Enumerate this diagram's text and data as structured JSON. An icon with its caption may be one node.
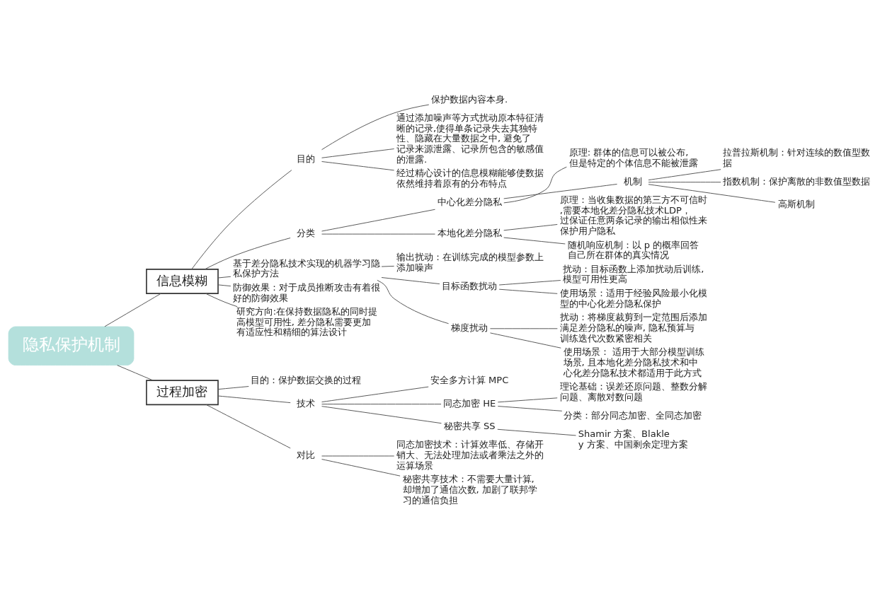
{
  "diagram": {
    "nodes": [
      {
        "text": [
          "隐私保护机制"
        ]
      },
      {
        "text": [
          "信息模糊"
        ]
      },
      {
        "text": [
          "目的"
        ]
      },
      {
        "text": [
          "保护数据内容本身."
        ]
      },
      {
        "text": [
          "通过添加噪声等方式扰动原本特征清晰的记录,使得单条记录失去其独特性、隐藏在大量数据之中, 避免了记录来源泄露、记录所包含的敏感值的泄露."
        ]
      },
      {
        "text": [
          "经过精心设计的信息模糊能够使数据依然维持着原有的分布特点"
        ]
      },
      {
        "text": [
          "分类"
        ]
      },
      {
        "text": [
          "中心化差分隐私"
        ]
      },
      {
        "text": [
          "原理: 群体的信息可以被公布, 但是特定的个体信息不能被泄露"
        ]
      },
      {
        "text": [
          "机制"
        ]
      },
      {
        "text": [
          "拉普拉斯机制：针对连续的数值型数据"
        ]
      },
      {
        "text": [
          "指数机制：保护离散的非数值型数据"
        ]
      },
      {
        "text": [
          "高斯机制"
        ]
      },
      {
        "text": [
          "本地化差分隐私"
        ]
      },
      {
        "text": [
          "原理：当收集数据的第三方不可信时,需要本地化差分隐私技术LDP，过保证任意两条记录的输出相似性来保护用户隐私"
        ]
      },
      {
        "text": [
          "随机响应机制：以 p 的概率回答自己所在群体的真实情况"
        ]
      },
      {
        "text": [
          "基于差分隐私技术实现的机器学习隐私保护方法"
        ]
      },
      {
        "text": [
          "输出扰动：在训练完成的模型参数上添加噪声"
        ]
      },
      {
        "text": [
          "目标函数扰动"
        ]
      },
      {
        "text": [
          "扰动：目标函数上添加扰动后训练, 模型可用性更高"
        ]
      },
      {
        "text": [
          "使用场景：适用于经验风险最小化模型的中心化差分隐私保护"
        ]
      },
      {
        "text": [
          "梯度扰动"
        ]
      },
      {
        "text": [
          "扰动：将梯度裁剪到一定范围后添加满足差分隐私的噪声, 隐私预算与训练迭代次数紧密相关"
        ]
      },
      {
        "text": [
          "使用场景： 适用于大部分模型训练场景, 且本地化差分隐私技术和中心化差分隐私技术都适用于此方式"
        ]
      },
      {
        "text": [
          "防御效果：对于成员推断攻击有着很好的防御效果"
        ]
      },
      {
        "text": [
          "研究方向:在保持数据隐私的同时提高模型可用性, 差分隐私需要更加有适应性和精细的算法设计"
        ]
      },
      {
        "text": [
          "过程加密"
        ]
      },
      {
        "text": [
          "目的：保护数据交换的过程"
        ]
      },
      {
        "text": [
          "技术"
        ]
      },
      {
        "text": [
          "安全多方计算 MPC"
        ]
      },
      {
        "text": [
          "同态加密 HE"
        ]
      },
      {
        "text": [
          "理论基础：误差还原问题、整数分解问题、离散对数问题"
        ]
      },
      {
        "text": [
          "分类：部分同态加密、全同态加密"
        ]
      },
      {
        "text": [
          "秘密共享 SS"
        ]
      },
      {
        "text": [
          "Shamir 方案、Blakley 方案、中国剩余定理方案"
        ]
      },
      {
        "text": [
          "对比"
        ]
      },
      {
        "text": [
          "同态加密技术：计算效率低、存储开销大、无法处理加法或者乘法之外的运算场景"
        ]
      },
      {
        "text": [
          "秘密共享技术：不需要大量计算, 却增加了通信次数, 加剧了联邦学习的通信负担"
        ]
      }
    ],
    "edges": [
      {
        "from": 0,
        "to": 1,
        "arrow": "none"
      },
      {
        "from": 1,
        "to": 2,
        "arrow": "none"
      },
      {
        "from": 2,
        "to": 3,
        "arrow": "none"
      },
      {
        "from": 2,
        "to": 4,
        "arrow": "none"
      },
      {
        "from": 2,
        "to": 5,
        "arrow": "none"
      },
      {
        "from": 1,
        "to": 6,
        "arrow": "none"
      },
      {
        "from": 6,
        "to": 7,
        "arrow": "none"
      },
      {
        "from": 7,
        "to": 8,
        "arrow": "none"
      },
      {
        "from": 7,
        "to": 9,
        "arrow": "none"
      },
      {
        "from": 9,
        "to": 10,
        "arrow": "none"
      },
      {
        "from": 9,
        "to": 11,
        "arrow": "none"
      },
      {
        "from": 9,
        "to": 12,
        "arrow": "none"
      },
      {
        "from": 6,
        "to": 13,
        "arrow": "none"
      },
      {
        "from": 13,
        "to": 14,
        "arrow": "none"
      },
      {
        "from": 13,
        "to": 15,
        "arrow": "none"
      },
      {
        "from": 1,
        "to": 16,
        "arrow": "none"
      },
      {
        "from": 16,
        "to": 17,
        "arrow": "none"
      },
      {
        "from": 16,
        "to": 18,
        "arrow": "none"
      },
      {
        "from": 18,
        "to": 19,
        "arrow": "none"
      },
      {
        "from": 18,
        "to": 20,
        "arrow": "none"
      },
      {
        "from": 16,
        "to": 21,
        "arrow": "none"
      },
      {
        "from": 21,
        "to": 22,
        "arrow": "none"
      },
      {
        "from": 21,
        "to": 23,
        "arrow": "none"
      },
      {
        "from": 1,
        "to": 24,
        "arrow": "none"
      },
      {
        "from": 1,
        "to": 25,
        "arrow": "none"
      },
      {
        "from": 0,
        "to": 26,
        "arrow": "none"
      },
      {
        "from": 26,
        "to": 27,
        "arrow": "none"
      },
      {
        "from": 26,
        "to": 28,
        "arrow": "none"
      },
      {
        "from": 28,
        "to": 29,
        "arrow": "none"
      },
      {
        "from": 28,
        "to": 30,
        "arrow": "none"
      },
      {
        "from": 30,
        "to": 31,
        "arrow": "none"
      },
      {
        "from": 30,
        "to": 32,
        "arrow": "none"
      },
      {
        "from": 28,
        "to": 33,
        "arrow": "none"
      },
      {
        "from": 33,
        "to": 34,
        "arrow": "none"
      },
      {
        "from": 26,
        "to": 35,
        "arrow": "none"
      },
      {
        "from": 35,
        "to": 36,
        "arrow": "none"
      },
      {
        "from": 35,
        "to": 37,
        "arrow": "none"
      }
    ]
  }
}
